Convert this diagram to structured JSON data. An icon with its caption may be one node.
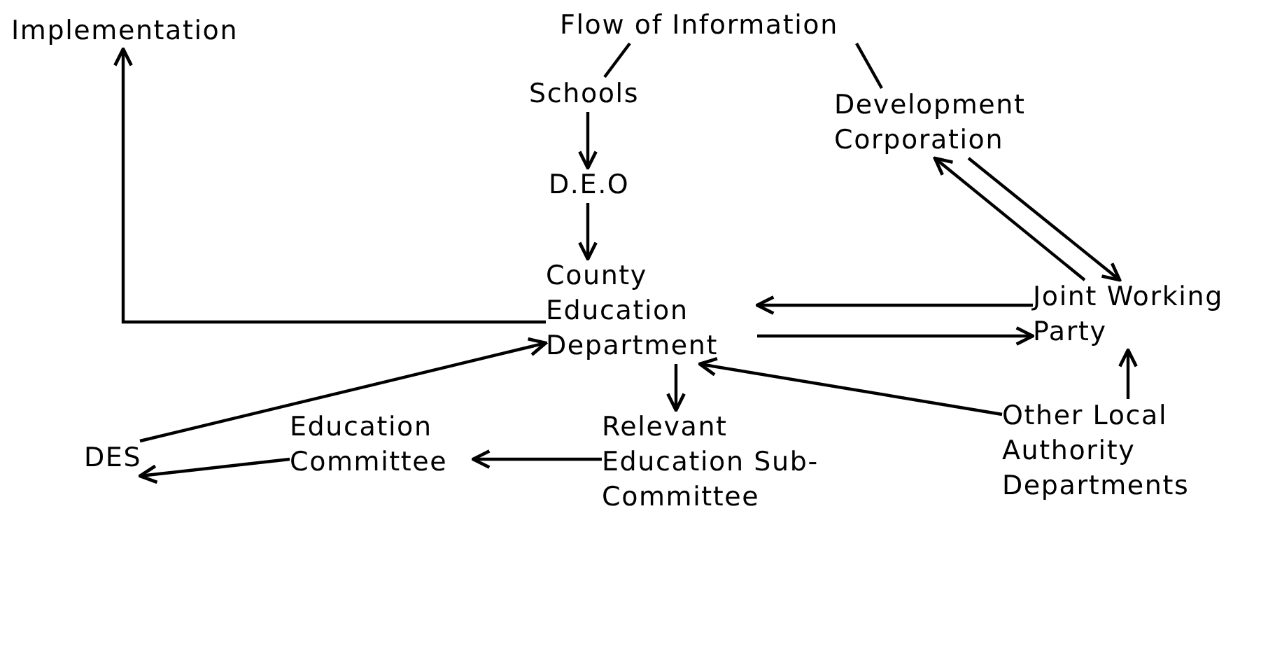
{
  "diagram": {
    "nodes": [
      {
        "text": [
          "Implementation"
        ]
      },
      {
        "text": [
          "Flow of Information"
        ]
      },
      {
        "text": [
          "Schools"
        ]
      },
      {
        "text": [
          "Development Corporation"
        ]
      },
      {
        "text": [
          "D.E.O"
        ]
      },
      {
        "text": [
          "County Education Department"
        ]
      },
      {
        "text": [
          "Joint Working Party"
        ]
      },
      {
        "text": [
          "DES"
        ]
      },
      {
        "text": [
          "Education Committee"
        ]
      },
      {
        "text": [
          "Relevant Education Sub-Committee"
        ]
      },
      {
        "text": [
          "Other Local Authority Departments"
        ]
      }
    ],
    "edges": [
      {
        "from": 1,
        "to": 2,
        "arrow": "none"
      },
      {
        "from": 1,
        "to": 3,
        "arrow": "none"
      },
      {
        "from": 2,
        "to": 4,
        "arrow": "to"
      },
      {
        "from": 4,
        "to": 5,
        "arrow": "to"
      },
      {
        "from": 5,
        "to": 0,
        "arrow": "to"
      },
      {
        "from": 5,
        "to": 9,
        "arrow": "to"
      },
      {
        "from": 9,
        "to": 8,
        "arrow": "to"
      },
      {
        "from": 8,
        "to": 7,
        "arrow": "to"
      },
      {
        "from": 7,
        "to": 5,
        "arrow": "to"
      },
      {
        "from": 10,
        "to": 5,
        "arrow": "to"
      },
      {
        "from": 10,
        "to": 6,
        "arrow": "to"
      },
      {
        "from": 6,
        "to": 5,
        "arrow": "to"
      },
      {
        "from": 5,
        "to": 6,
        "arrow": "to"
      },
      {
        "from": 6,
        "to": 3,
        "arrow": "to"
      },
      {
        "from": 3,
        "to": 6,
        "arrow": "to"
      }
    ]
  }
}
